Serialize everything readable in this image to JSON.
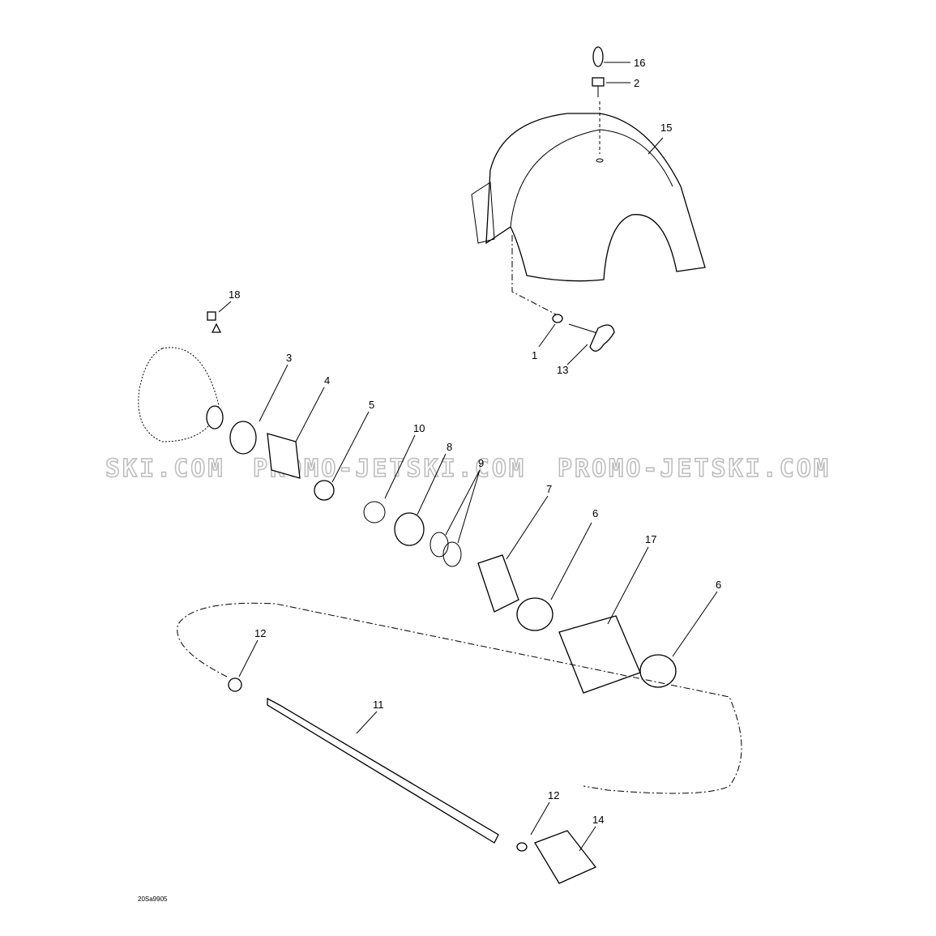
{
  "diagram": {
    "code": "20Sa9905",
    "watermark": [
      "SKI.COM",
      "PROMO-JETSKI.COM",
      "PROMO-JETSKI.COM"
    ],
    "callouts": [
      "16",
      "2",
      "15",
      "18",
      "1",
      "13",
      "3",
      "4",
      "5",
      "10",
      "8",
      "9",
      "7",
      "6",
      "17",
      "6",
      "12",
      "11",
      "12",
      "14"
    ]
  }
}
